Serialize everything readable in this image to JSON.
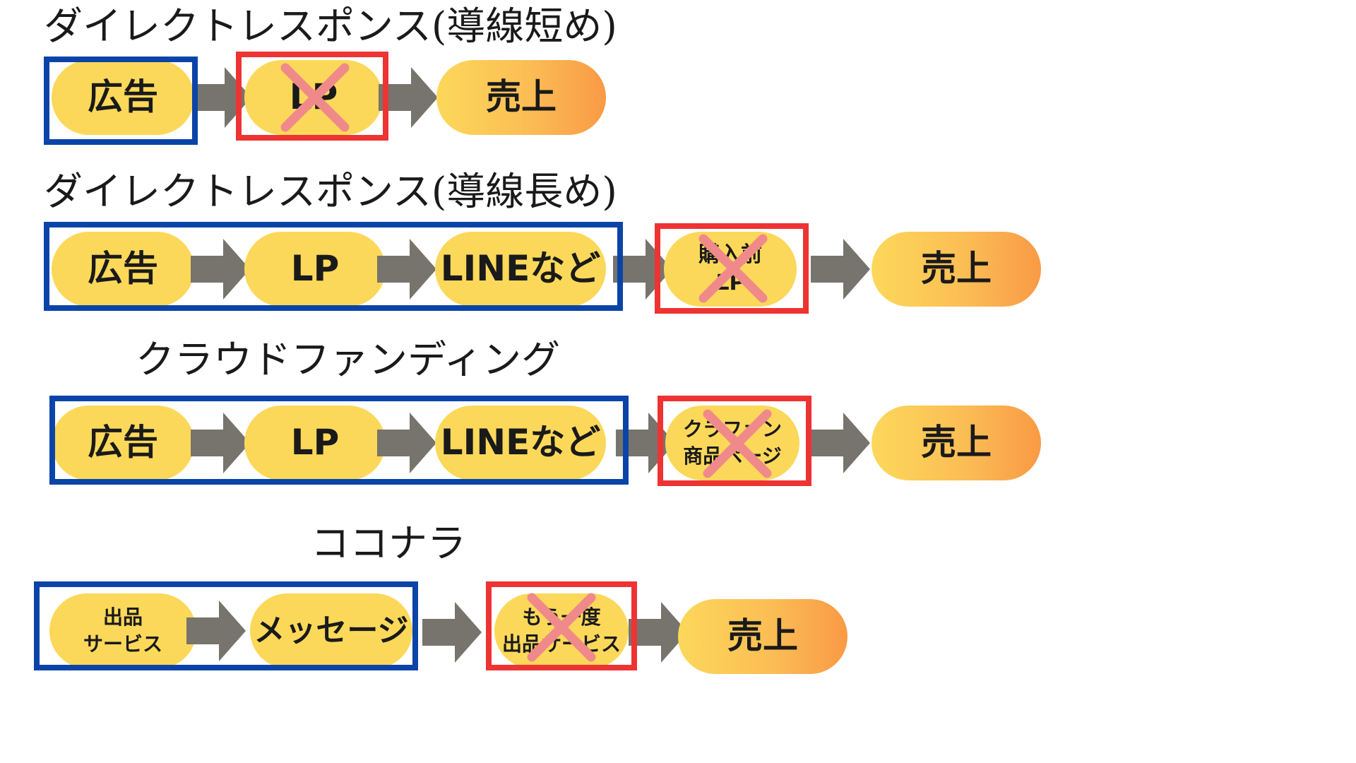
{
  "colors": {
    "pill": "#fcd85a",
    "pill_end": "#f99a45",
    "arrow": "#77746d",
    "keep_box": "#0a44a8",
    "cut_box": "#ee3333",
    "cross": "#f08a8a"
  },
  "icons": {
    "arrow": "right-arrow-icon",
    "cross": "cross-mark-icon"
  },
  "flows": [
    {
      "title": "ダイレクトレスポンス(導線短め)",
      "steps": [
        "広告",
        "LP",
        "売上"
      ]
    },
    {
      "title": "ダイレクトレスポンス(導線長め)",
      "steps": [
        "広告",
        "LP",
        "LINEなど",
        "購入前\nLP",
        "売上"
      ]
    },
    {
      "title": "クラウドファンディング",
      "steps": [
        "広告",
        "LP",
        "LINEなど",
        "クラファン\n商品ページ",
        "売上"
      ]
    },
    {
      "title": "ココナラ",
      "steps": [
        "出品\nサービス",
        "メッセージ",
        "もう一度\n出品サービス",
        "売上"
      ]
    }
  ]
}
